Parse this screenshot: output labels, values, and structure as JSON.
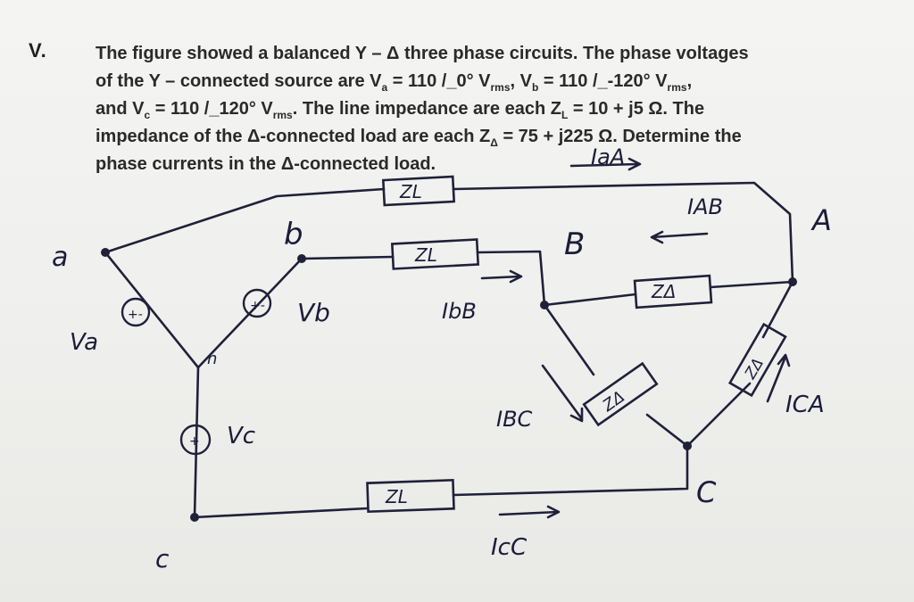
{
  "question": {
    "number": "V.",
    "lines": [
      "The figure showed a balanced Y – Δ three phase circuits. The phase voltages",
      "of the Y – connected source are V",
      "and V",
      "impedance of the Δ-connected load are each Z",
      "phase currents in the Δ-connected load."
    ],
    "line2_parts": [
      "of the Y – connected source are ",
      "V",
      "a",
      " = 110 /_0° V",
      "rms",
      ", ",
      "V",
      "b",
      " = 110 /_-120° V",
      "rms",
      ","
    ],
    "line3_parts": [
      "and ",
      "V",
      "c",
      " = 110 /_120° V",
      "rms",
      ".  The line impedance are each Z",
      "L",
      " = 10 + j5 Ω. The"
    ],
    "line4_parts": [
      "impedance of the Δ-connected load are each Z",
      "Δ",
      " = 75 + j225 Ω. Determine the"
    ]
  },
  "circuit": {
    "source_nodes": {
      "a": "a",
      "b": "b",
      "c": "c",
      "n": "n"
    },
    "source_labels": {
      "va": "Va",
      "vb": "Vb",
      "vc": "Vc"
    },
    "load_nodes": {
      "A": "A",
      "B": "B",
      "C": "C"
    },
    "line_impedance_label": "ZL",
    "line_impedance_label_c": "ZL",
    "delta_impedance_label": "ZΔ",
    "currents": {
      "i_aA": "IaA",
      "i_bB": "IbB",
      "i_cC": "IcC",
      "i_AB": "IAB",
      "i_BC": "IBC",
      "i_CA": "ICA"
    }
  }
}
